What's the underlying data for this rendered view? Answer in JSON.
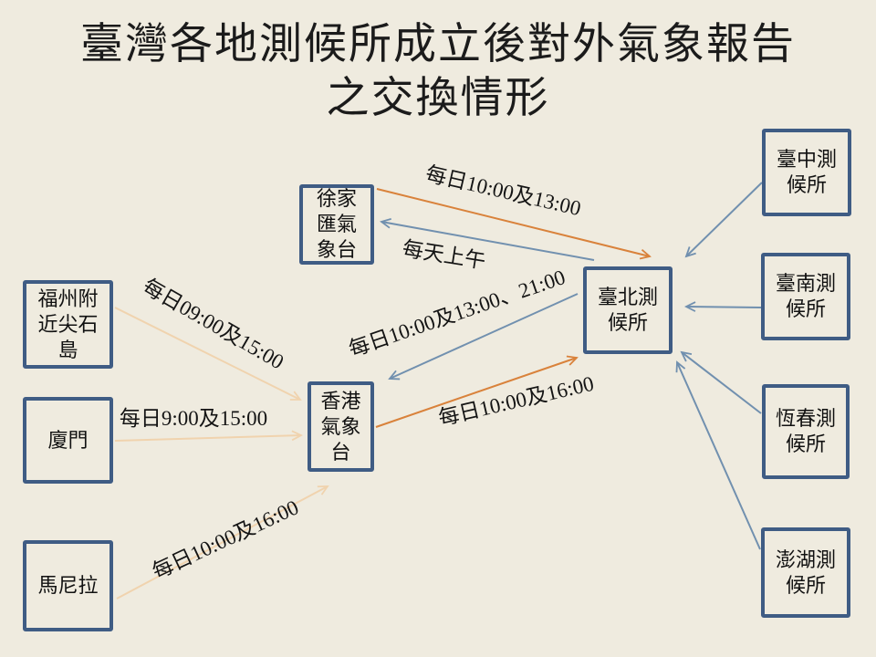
{
  "title": "臺灣各地測候所成立後對外氣象報告之交換情形",
  "colors": {
    "background": "#EFEBDF",
    "box_border": "#3F5C84",
    "blue_arrow": "#7190AF",
    "orange_arrow": "#D9823B",
    "peach_arrow": "#F0D3AE",
    "text": "#1b1b1b"
  },
  "nodes": {
    "xujiahui": {
      "label": "徐家\n匯氣\n象台"
    },
    "fuzhou": {
      "label": "福州附\n近尖石\n島"
    },
    "xiamen": {
      "label": "廈門"
    },
    "manila": {
      "label": "馬尼拉"
    },
    "hongkong": {
      "label": "香港\n氣象\n台"
    },
    "taipei": {
      "label": "臺北測\n候所"
    },
    "taichung": {
      "label": "臺中測\n候所"
    },
    "tainan": {
      "label": "臺南測\n候所"
    },
    "hengchun": {
      "label": "恆春測\n候所"
    },
    "penghu": {
      "label": "澎湖測\n候所"
    }
  },
  "edges": [
    {
      "from": "徐家匯氣象台",
      "to": "臺北測候所",
      "label": "每日10:00及13:00",
      "color": "orange"
    },
    {
      "from": "臺北測候所",
      "to": "徐家匯氣象台",
      "label": "每天上午",
      "color": "blue"
    },
    {
      "from": "臺北測候所",
      "to": "香港氣象台",
      "label": "每日10:00及13:00、21:00",
      "color": "blue"
    },
    {
      "from": "香港氣象台",
      "to": "臺北測候所",
      "label": "每日10:00及16:00",
      "color": "orange"
    },
    {
      "from": "福州附近尖石島",
      "to": "香港氣象台",
      "label": "每日09:00及15:00",
      "color": "peach"
    },
    {
      "from": "廈門",
      "to": "香港氣象台",
      "label": "每日9:00及15:00",
      "color": "peach"
    },
    {
      "from": "馬尼拉",
      "to": "香港氣象台",
      "label": "每日10:00及16:00",
      "color": "peach"
    },
    {
      "from": "臺中測候所",
      "to": "臺北測候所",
      "label": "",
      "color": "blue"
    },
    {
      "from": "臺南測候所",
      "to": "臺北測候所",
      "label": "",
      "color": "blue"
    },
    {
      "from": "恆春測候所",
      "to": "臺北測候所",
      "label": "",
      "color": "blue"
    },
    {
      "from": "澎湖測候所",
      "to": "臺北測候所",
      "label": "",
      "color": "blue"
    }
  ]
}
